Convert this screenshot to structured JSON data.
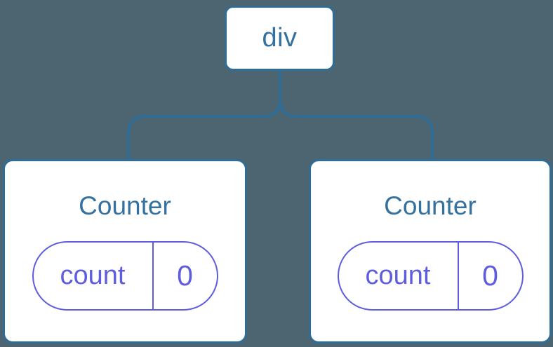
{
  "colors": {
    "canvas_bg": "#4D6571",
    "node_border": "#2F6C96",
    "node_text": "#35719F",
    "node_bg": "#FFFFFF",
    "state_color": "#5E5CDF"
  },
  "tree": {
    "root": {
      "label": "div"
    },
    "children": [
      {
        "title": "Counter",
        "state": {
          "key": "count",
          "value": "0"
        }
      },
      {
        "title": "Counter",
        "state": {
          "key": "count",
          "value": "0"
        }
      }
    ]
  }
}
